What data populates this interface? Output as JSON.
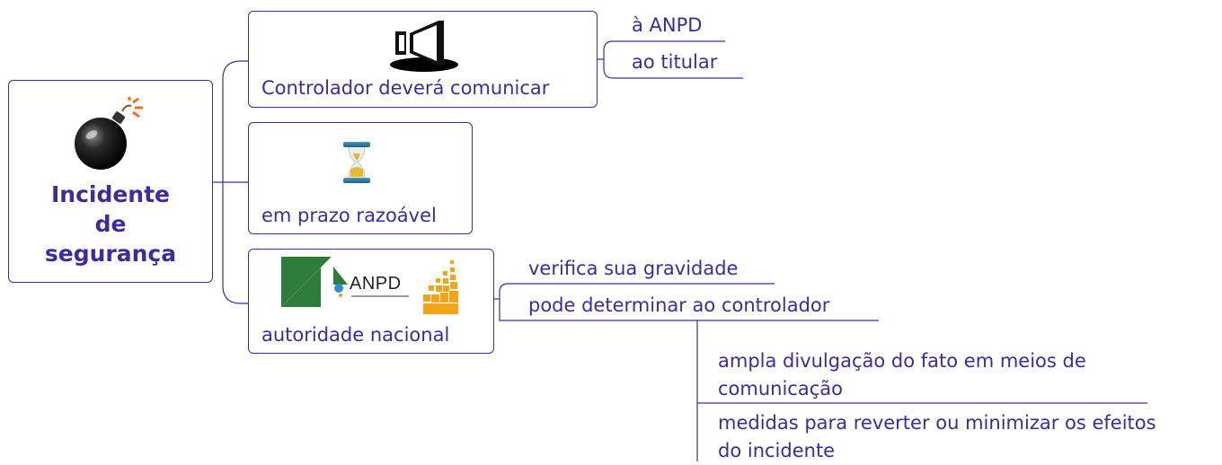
{
  "root": {
    "title_lines": [
      "Incidente",
      "de",
      "segurança"
    ],
    "icon": "bomb-icon"
  },
  "branches": [
    {
      "label": "Controlador deverá comunicar",
      "icon": "megaphone-icon",
      "children": [
        "à ANPD",
        "ao titular"
      ]
    },
    {
      "label": "em prazo razoável",
      "icon": "hourglass-icon",
      "children": []
    },
    {
      "label": "autoridade nacional",
      "icon": "anpd-logo",
      "logo_text": "ANPD",
      "children": [
        "verifica sua gravidade",
        "pode determinar ao controlador"
      ],
      "grandchildren": [
        [
          "ampla divulgação do fato em meios de",
          "comunicação"
        ],
        [
          "medidas para reverter ou minimizar os efeitos",
          "do incidente"
        ]
      ]
    }
  ],
  "colors": {
    "line": "#3f2a9e",
    "text": "#3f2a9e"
  }
}
